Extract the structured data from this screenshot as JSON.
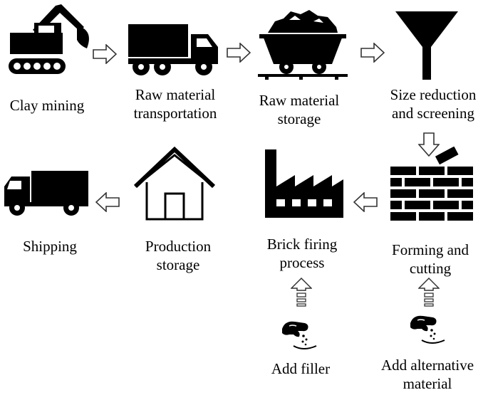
{
  "steps": {
    "clay_mining": {
      "label": [
        "Clay mining"
      ],
      "icon": "excavator-icon"
    },
    "raw_material_transportation": {
      "label": [
        "Raw material",
        "transportation"
      ],
      "icon": "dump-truck-icon"
    },
    "raw_material_storage": {
      "label": [
        "Raw material",
        "storage"
      ],
      "icon": "mine-cart-icon"
    },
    "size_reduction": {
      "label": [
        "Size reduction",
        "and screening"
      ],
      "icon": "funnel-icon"
    },
    "forming_cutting": {
      "label": [
        "Forming and",
        "cutting"
      ],
      "icon": "brick-wall-icon"
    },
    "brick_firing": {
      "label": [
        "Brick firing",
        "process"
      ],
      "icon": "factory-icon"
    },
    "production_storage": {
      "label": [
        "Production",
        "storage"
      ],
      "icon": "house-icon"
    },
    "shipping": {
      "label": [
        "Shipping"
      ],
      "icon": "delivery-truck-icon"
    }
  },
  "inputs": {
    "add_filler": {
      "label": [
        "Add filler"
      ],
      "icon": "hand-sprinkle-icon"
    },
    "add_alternative": {
      "label": [
        "Add alternative",
        "material"
      ],
      "icon": "hand-sprinkle-icon"
    }
  },
  "colors": {
    "icon": "#000000",
    "arrow_stroke": "#333333",
    "background": "#ffffff"
  }
}
